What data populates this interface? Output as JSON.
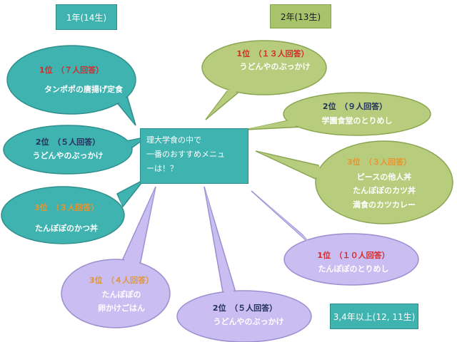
{
  "center": {
    "line1": "理大学食の中で",
    "line2": "一番のおすすめメニュ",
    "line3": "ーは！？"
  },
  "tags": {
    "year1": "1年(14生)",
    "year2": "2年(13生)",
    "year3": "3,4年以上(12, 11生)"
  },
  "year1": [
    {
      "rank": "1位　（７人回答）",
      "items": [
        "タンポポの唐揚げ定食"
      ]
    },
    {
      "rank": "2位　（５人回答）",
      "items": [
        "うどんやのぶっかけ"
      ]
    },
    {
      "rank": "3位　（３人回答）",
      "items": [
        "たんぽぽのかつ丼"
      ]
    }
  ],
  "year2": [
    {
      "rank": "1位　（１３人回答）",
      "items": [
        "うどんやのぶっかけ"
      ]
    },
    {
      "rank": "2位　（９人回答）",
      "items": [
        "学園食堂のとりめし"
      ]
    },
    {
      "rank": "3位　（３人回答）",
      "items": [
        "ピースの他人丼",
        "たんぽぽのカツ丼",
        "満食のカツカレー"
      ]
    }
  ],
  "year3": [
    {
      "rank": "1位　（１０人回答）",
      "items": [
        "たんぽぽのとりめし"
      ]
    },
    {
      "rank": "2位　（５人回答）",
      "items": [
        "うどんやのぶっかけ"
      ]
    },
    {
      "rank": "3位　（４人回答）",
      "items": [
        "たんぽぽの",
        "卵かけごはん"
      ]
    }
  ],
  "colors": {
    "teal": "#3fb3b0",
    "olive": "#b8cc7e",
    "lavender": "#c9bdf2",
    "rank1": "#d42b2b",
    "rank2": "#22305a",
    "rank3": "#e39632"
  }
}
